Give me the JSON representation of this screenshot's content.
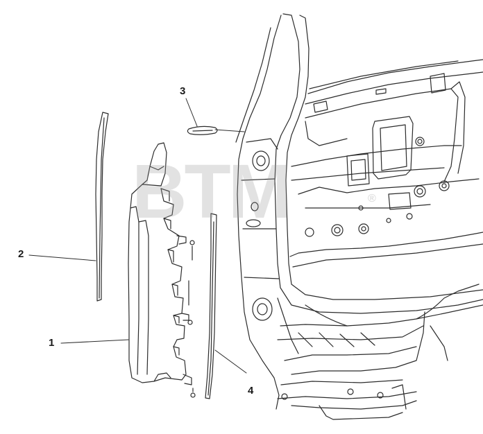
{
  "callouts": {
    "c1": "1",
    "c2": "2",
    "c3": "3",
    "c4": "4"
  },
  "watermark": {
    "text": "BTM",
    "mark": "®"
  },
  "colors": {
    "line": "#2b2b2b",
    "watermark": "#969696"
  }
}
